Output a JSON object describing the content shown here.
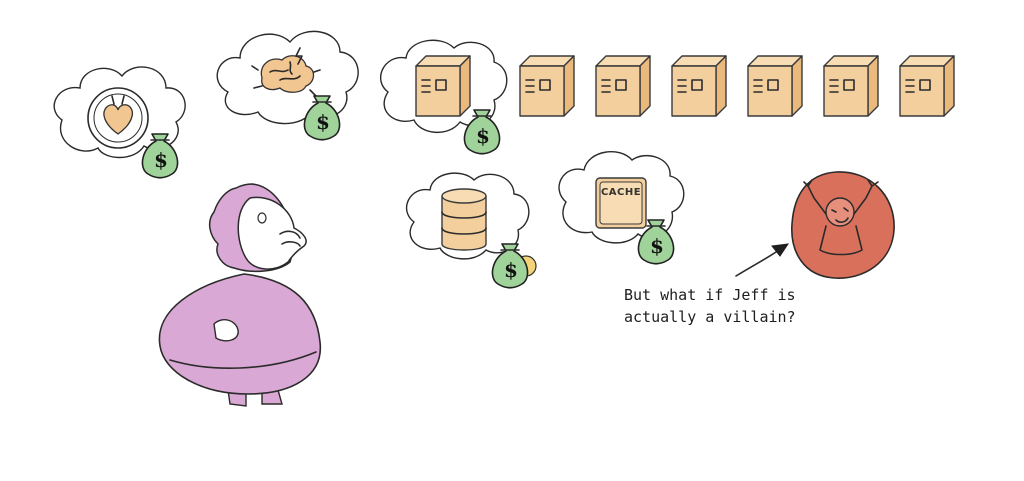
{
  "annotation": {
    "line1": "But what if Jeff is",
    "line2": "actually a villain?"
  },
  "cache_box": {
    "label": "CACHE"
  },
  "money_bag": {
    "symbol": "$"
  },
  "colors": {
    "customer": "#d9a8d4",
    "server": "#f3cf9e",
    "money": "#9fd39a",
    "villain": "#d9705c"
  },
  "icons": [
    "heart-icon",
    "brain-icon",
    "server-icon",
    "database-icon",
    "cache-icon",
    "money-bag-icon",
    "villain-icon",
    "arrow-icon"
  ]
}
